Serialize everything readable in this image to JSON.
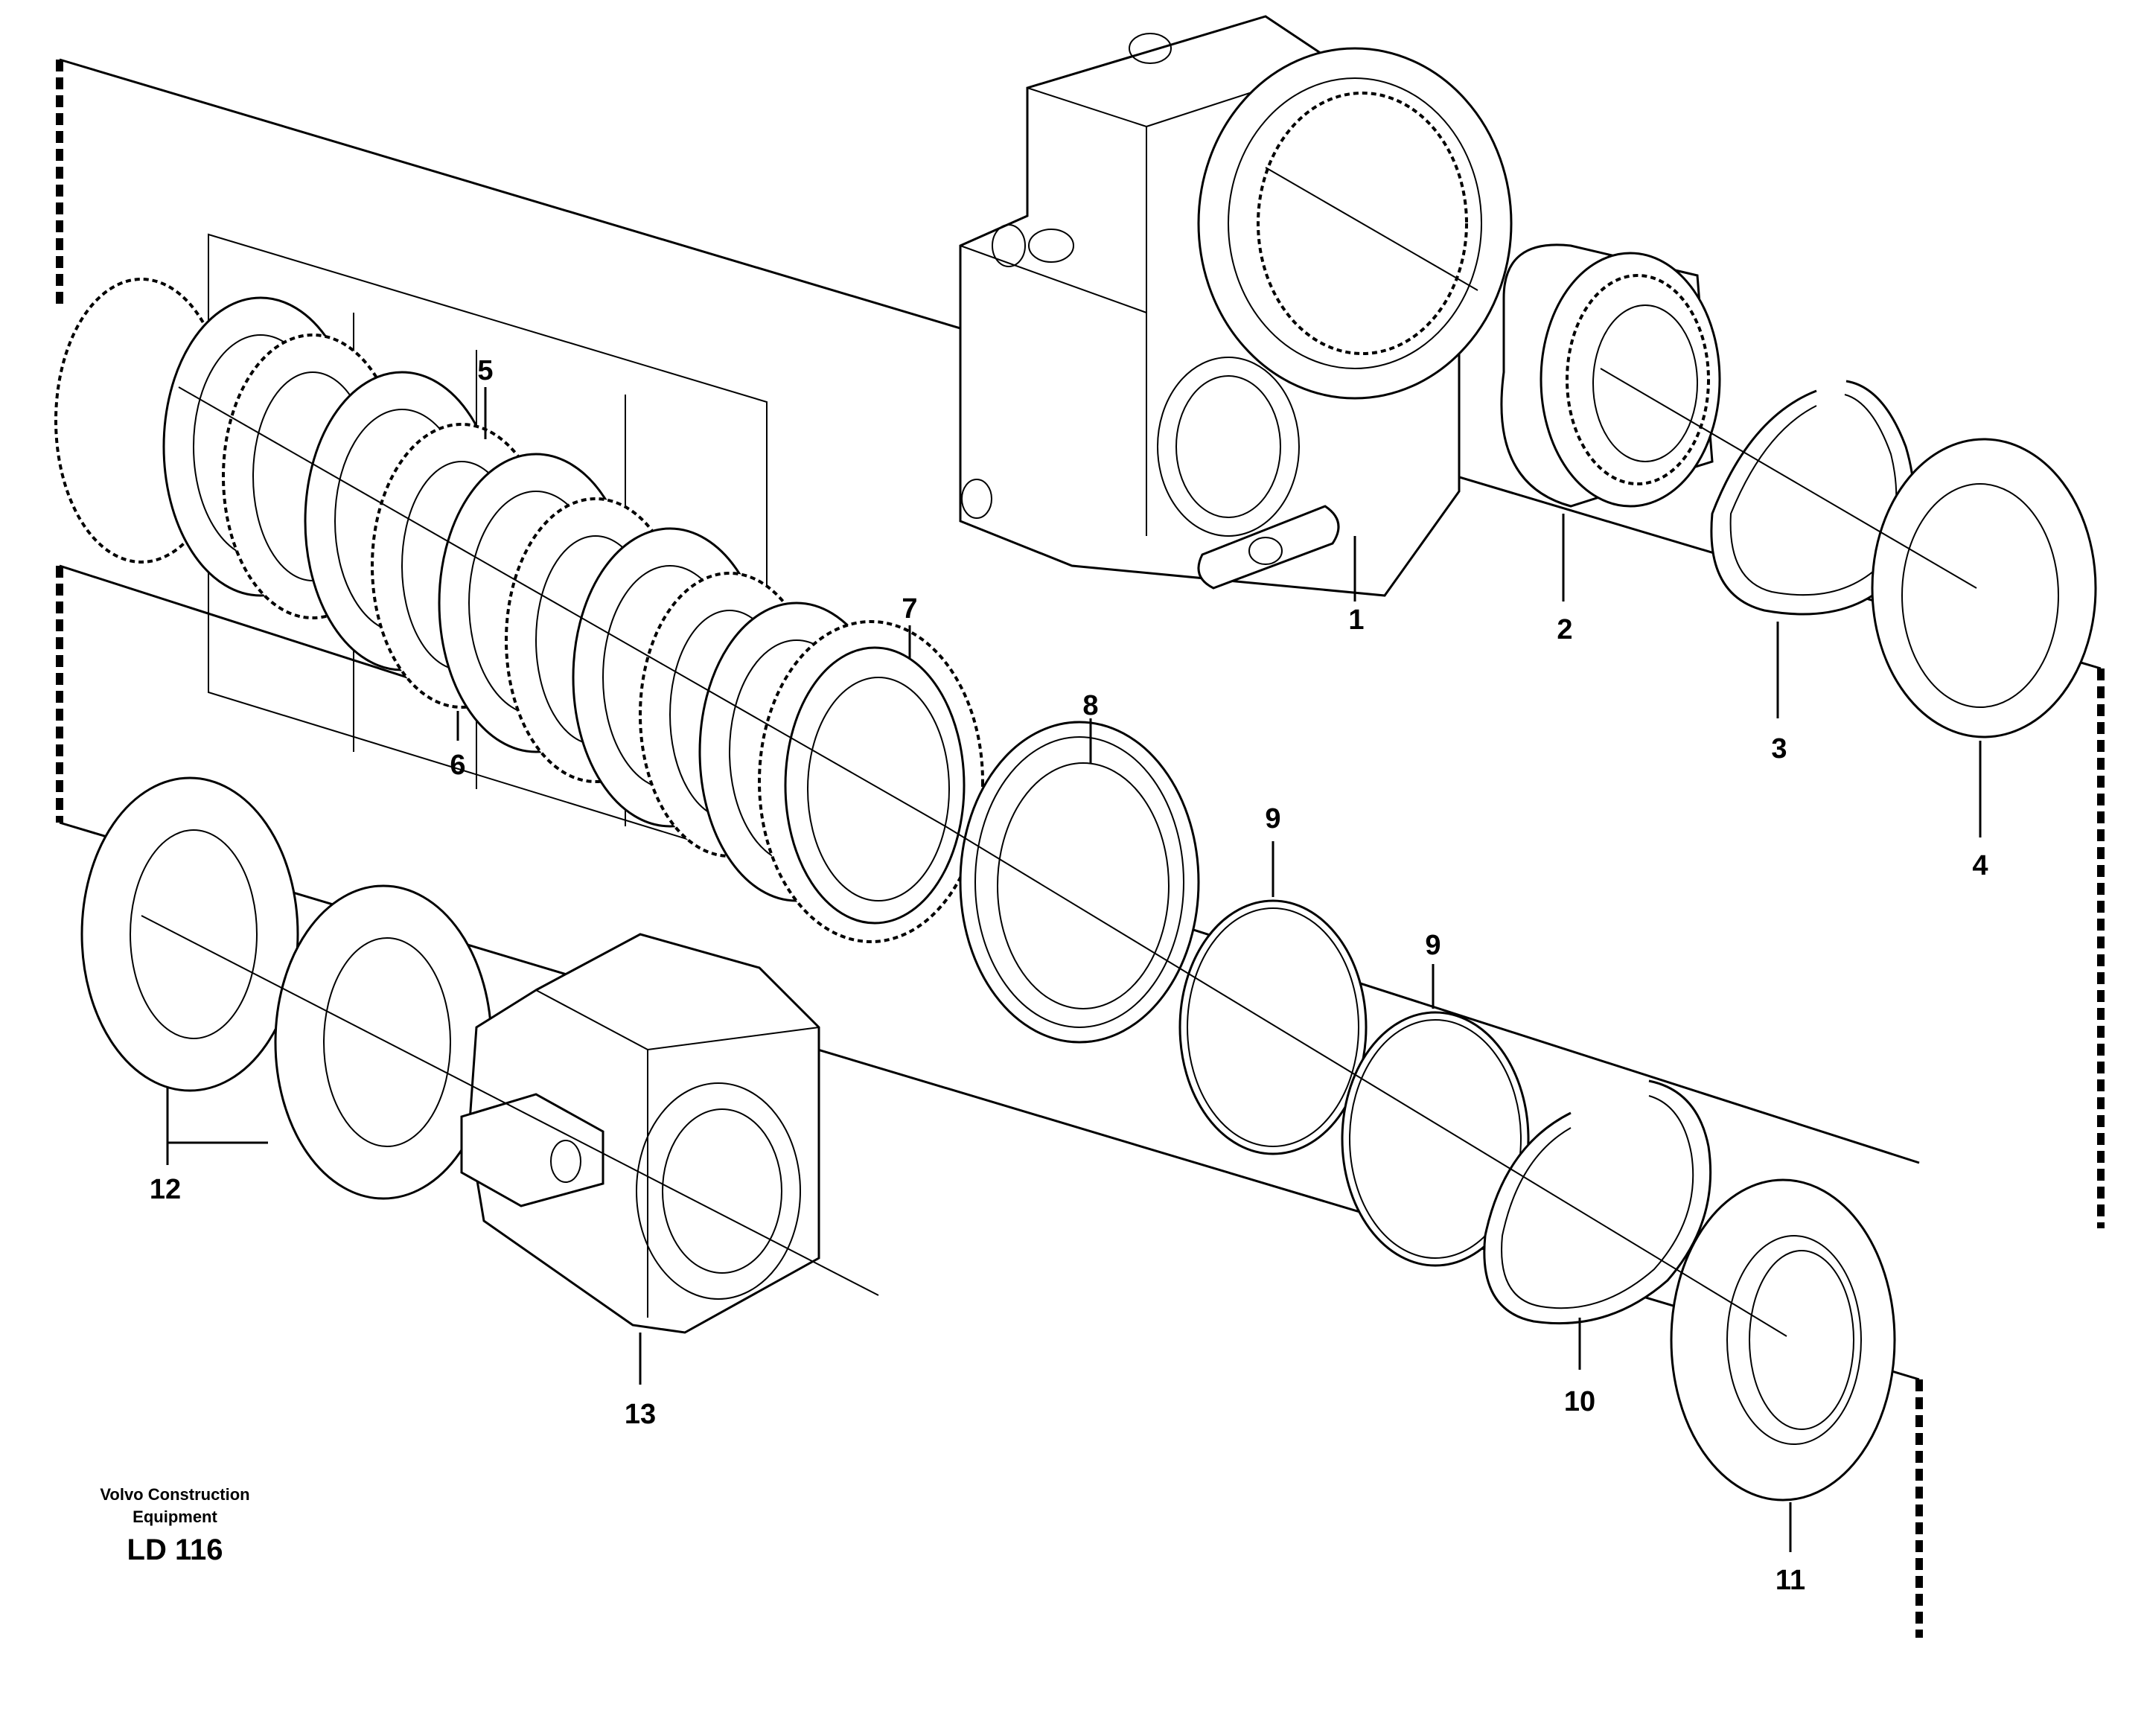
{
  "diagram": {
    "caption": {
      "line1": "Volvo Construction",
      "line2": "Equipment",
      "code": "LD 116"
    },
    "callouts": [
      {
        "id": "c1",
        "label": "1"
      },
      {
        "id": "c2",
        "label": "2"
      },
      {
        "id": "c3",
        "label": "3"
      },
      {
        "id": "c4",
        "label": "4"
      },
      {
        "id": "c5",
        "label": "5"
      },
      {
        "id": "c6",
        "label": "6"
      },
      {
        "id": "c7",
        "label": "7"
      },
      {
        "id": "c8",
        "label": "8"
      },
      {
        "id": "c9a",
        "label": "9"
      },
      {
        "id": "c9b",
        "label": "9"
      },
      {
        "id": "c10",
        "label": "10"
      },
      {
        "id": "c11",
        "label": "11"
      },
      {
        "id": "c12",
        "label": "12"
      },
      {
        "id": "c13",
        "label": "13"
      }
    ]
  }
}
